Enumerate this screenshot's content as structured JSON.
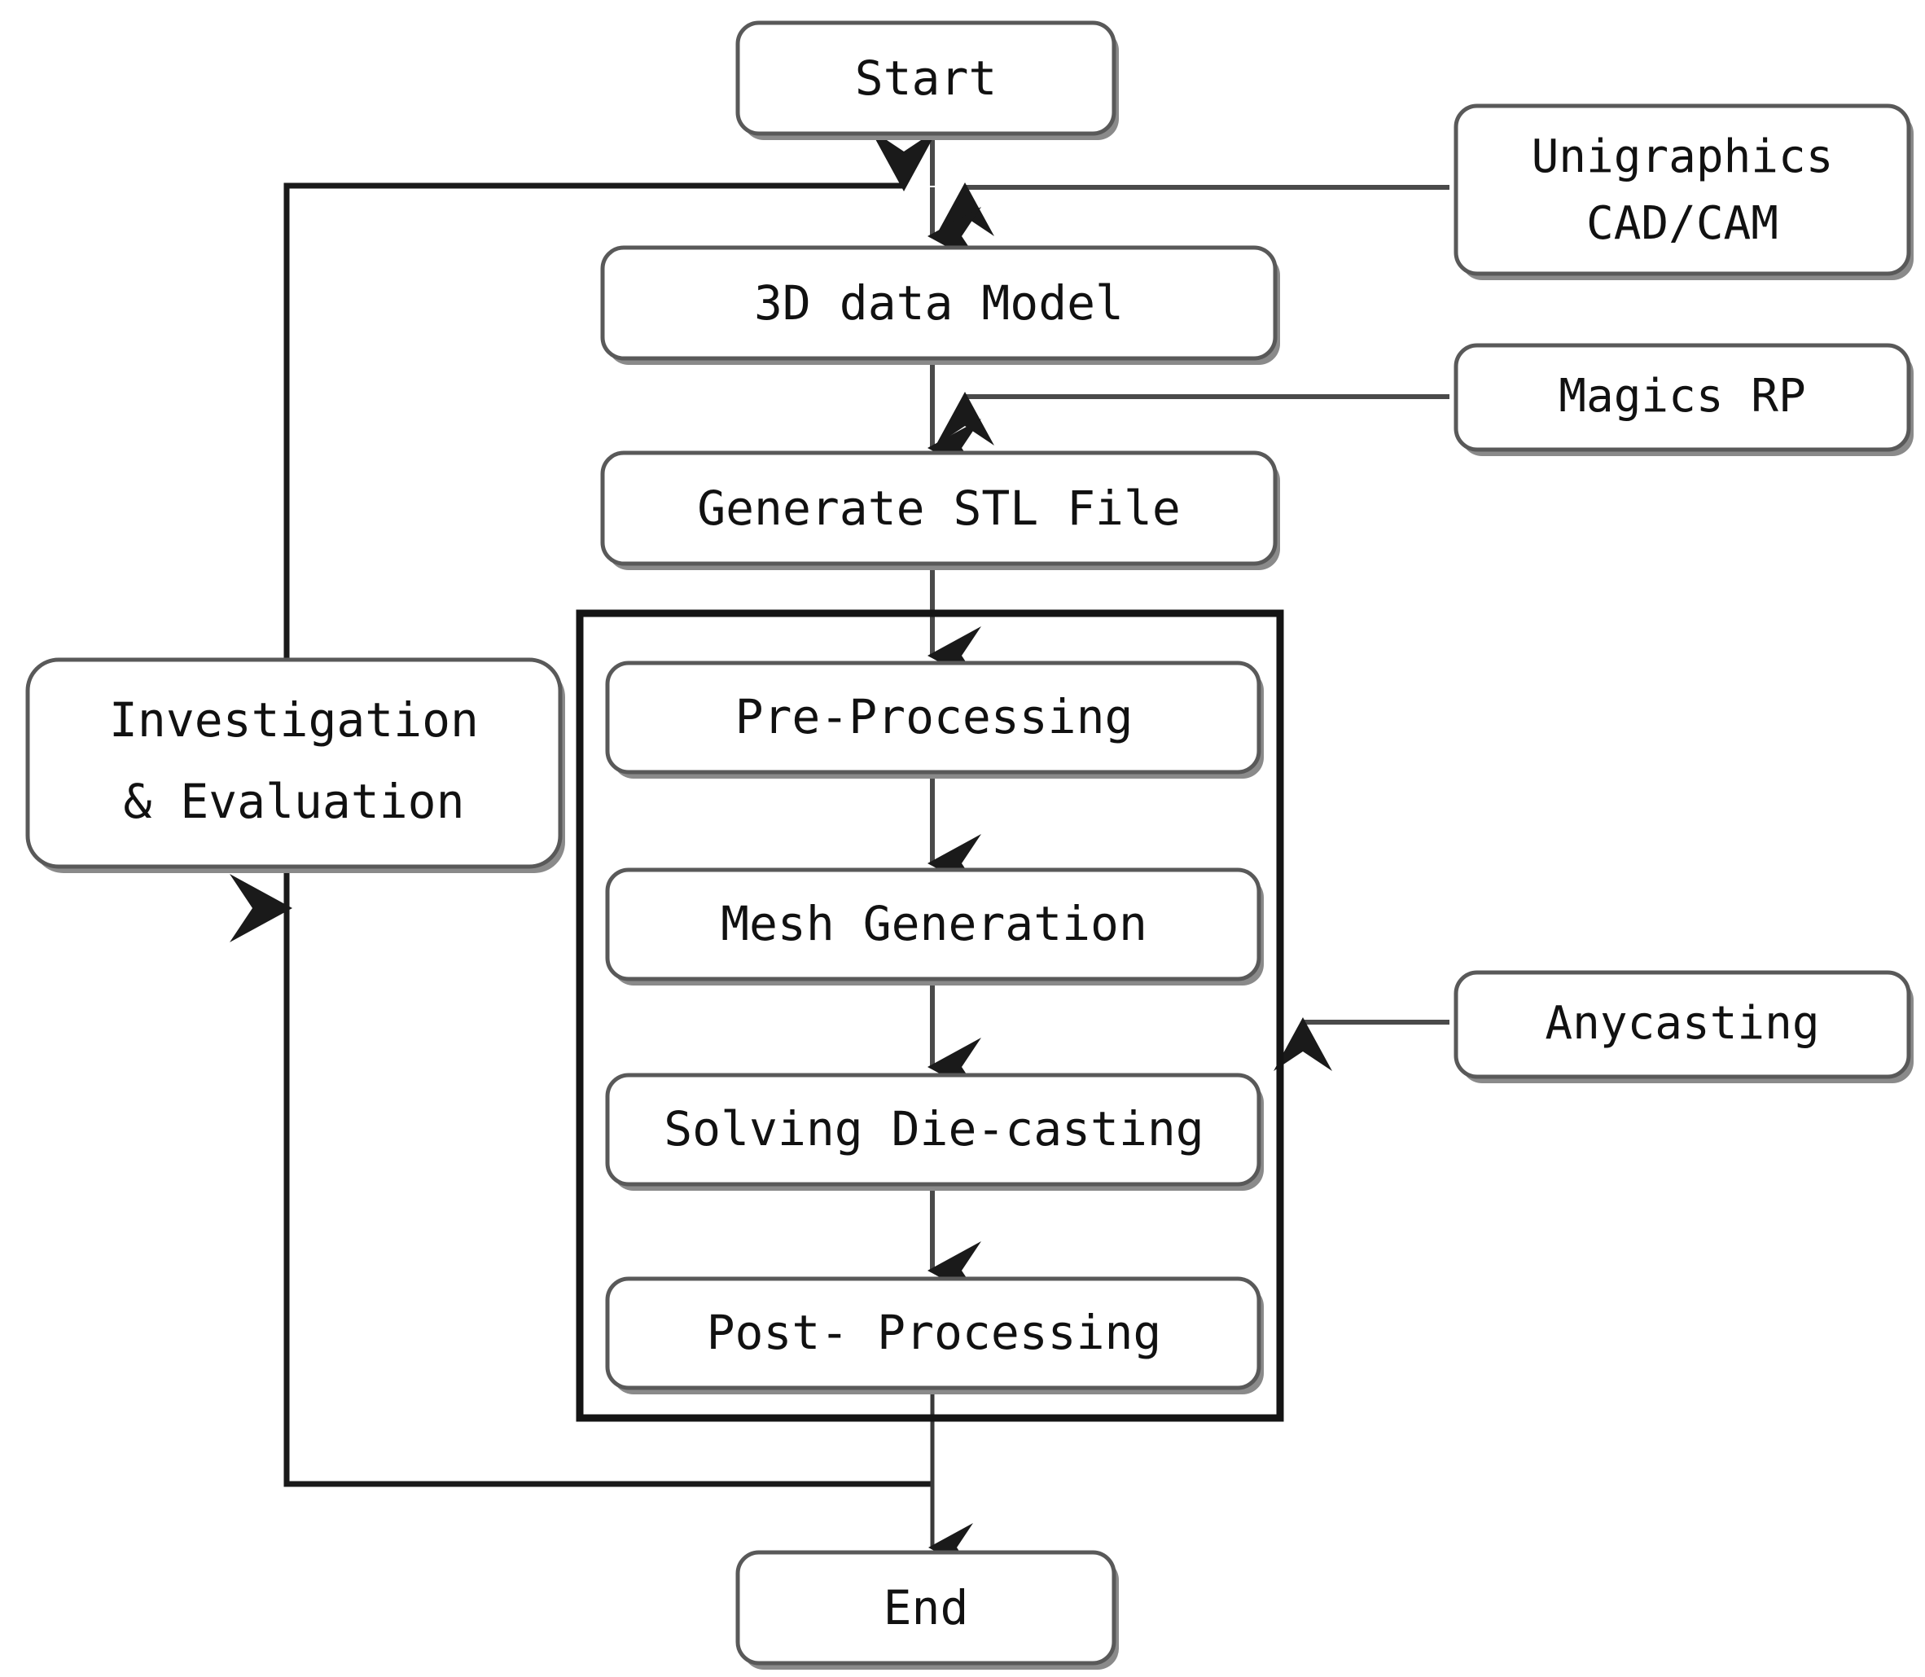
{
  "diagram": {
    "title": "Die-casting simulation process flowchart",
    "type": "flowchart",
    "background_color": "#ffffff",
    "box_border_color": "#595959",
    "group_border_color": "#141414",
    "connector_color": "#4a4a4a",
    "text_color": "#111111"
  },
  "nodes": {
    "start": {
      "label": "Start"
    },
    "unigraphics": {
      "line1": "Unigraphics",
      "line2": "CAD/CAM"
    },
    "model3d": {
      "label": "3D data Model"
    },
    "magics": {
      "label": "Magics RP"
    },
    "stl": {
      "label": "Generate STL File"
    },
    "preprocessing": {
      "label": "Pre-Processing"
    },
    "mesh": {
      "label": "Mesh Generation"
    },
    "anycasting": {
      "label": "Anycasting"
    },
    "solving": {
      "label": "Solving Die-casting"
    },
    "postprocessing": {
      "label": "Post- Processing"
    },
    "investigation": {
      "line1": "Investigation",
      "line2": "& Evaluation"
    },
    "end": {
      "label": "End"
    }
  },
  "edges": [
    {
      "name": "start-to-junction",
      "from": "start",
      "to": "junction",
      "arrow": "none"
    },
    {
      "name": "unigraphics-to-junction",
      "from": "unigraphics",
      "to": "junction",
      "arrow": "left"
    },
    {
      "name": "feedback-to-junction",
      "from": "investigation-loop",
      "to": "junction",
      "arrow": "right"
    },
    {
      "name": "junction-to-model3d",
      "from": "junction",
      "to": "model3d",
      "arrow": "down"
    },
    {
      "name": "model3d-to-stl",
      "from": "model3d",
      "to": "stl",
      "arrow": "down"
    },
    {
      "name": "magics-to-model3d-stl-link",
      "from": "magics",
      "to": "model3d-stl-link",
      "arrow": "left"
    },
    {
      "name": "stl-to-preprocessing",
      "from": "stl",
      "to": "preprocessing",
      "arrow": "down"
    },
    {
      "name": "preprocessing-to-mesh",
      "from": "preprocessing",
      "to": "mesh",
      "arrow": "down"
    },
    {
      "name": "mesh-to-solving",
      "from": "mesh",
      "to": "solving",
      "arrow": "down"
    },
    {
      "name": "anycasting-to-group",
      "from": "anycasting",
      "to": "simulation-group",
      "arrow": "left"
    },
    {
      "name": "solving-to-postprocessing",
      "from": "solving",
      "to": "postprocessing",
      "arrow": "down"
    },
    {
      "name": "postprocessing-to-end",
      "from": "postprocessing",
      "to": "end",
      "arrow": "down"
    },
    {
      "name": "loop-to-investigation",
      "from": "postprocessing-branch",
      "to": "investigation",
      "arrow": "up"
    }
  ]
}
